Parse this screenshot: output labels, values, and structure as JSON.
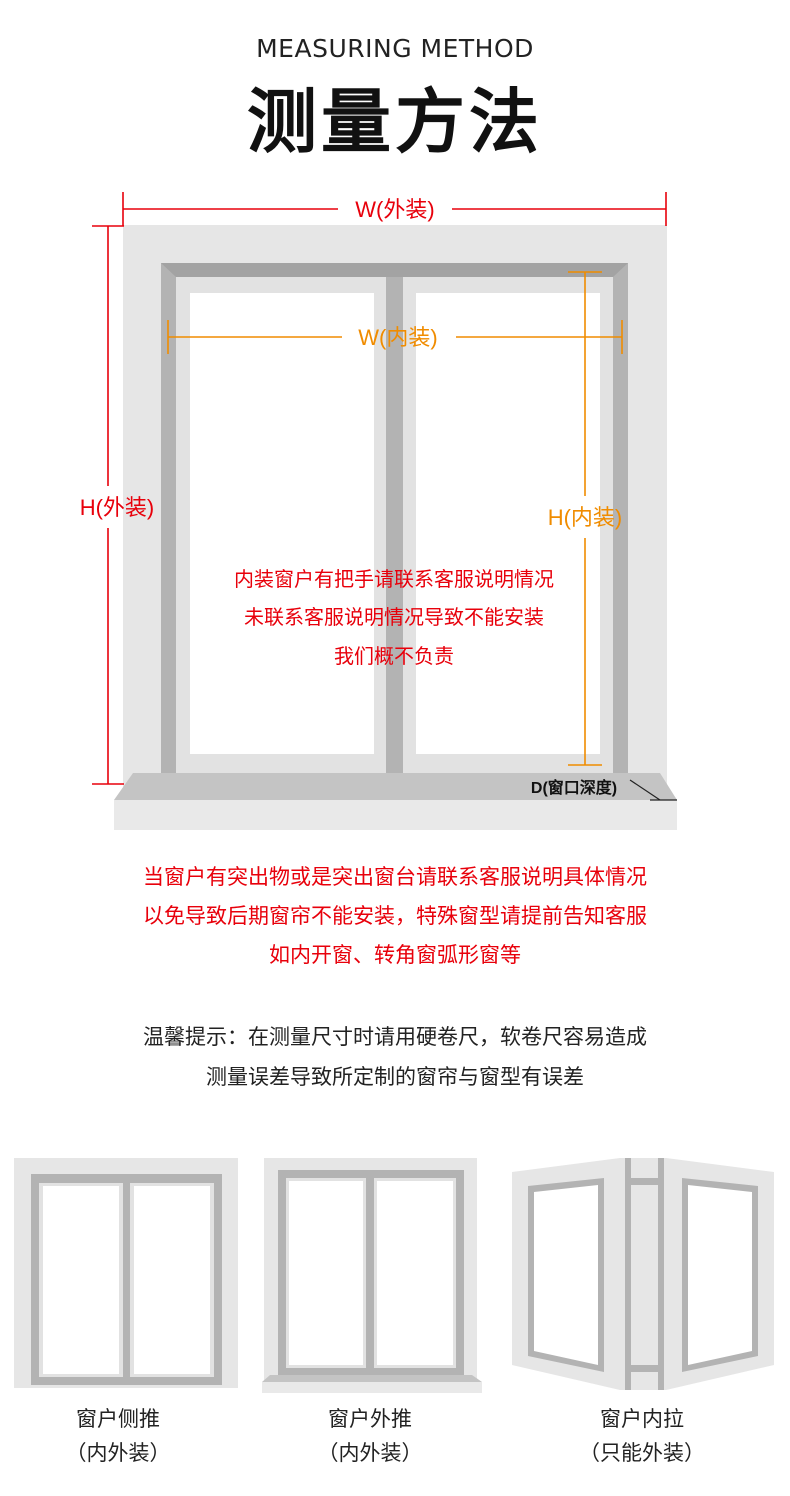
{
  "header": {
    "subtitle": "MEASURING METHOD",
    "title": "测量方法"
  },
  "diagram": {
    "w_outer": "W(外装)",
    "w_inner": "W(内装)",
    "h_outer": "H(外装)",
    "h_inner": "H(内装)",
    "depth": "D(窗口深度)",
    "center_notice": [
      "内装窗户有把手请联系客服说明情况",
      "未联系客服说明情况导致不能安装",
      "我们概不负责"
    ]
  },
  "notice": [
    "当窗户有突出物或是突出窗台请联系客服说明具体情况",
    "以免导致后期窗帘不能安装，特殊窗型请提前告知客服",
    "如内开窗、转角窗弧形窗等"
  ],
  "tip": [
    "温馨提示：在测量尺寸时请用硬卷尺，软卷尺容易造成",
    "测量误差导致所定制的窗帘与窗型有误差"
  ],
  "window_types": [
    {
      "name": "窗户侧推",
      "note": "（内外装）"
    },
    {
      "name": "窗户外推",
      "note": "（内外装）"
    },
    {
      "name": "窗户内拉",
      "note": "（只能外装）"
    }
  ],
  "colors": {
    "red": "#e8000b",
    "orange": "#f08c00",
    "wall": "#e6e6e6",
    "frame": "#b3b3b3"
  }
}
